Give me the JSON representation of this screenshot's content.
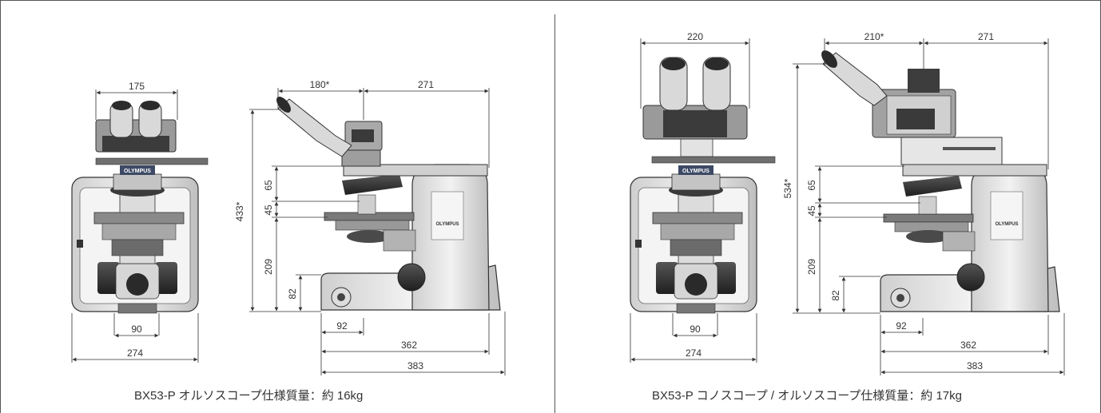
{
  "left_panel": {
    "front": {
      "top_width": "175",
      "base_inner": "90",
      "base_width": "274"
    },
    "side": {
      "head_depth": "180*",
      "body_depth": "271",
      "total_height": "433*",
      "h_65": "65",
      "h_45": "45",
      "h_209": "209",
      "h_82": "82",
      "d_92": "92",
      "d_362": "362",
      "d_383": "383"
    },
    "caption": "BX53-P オルソスコープ仕様質量：約 16kg"
  },
  "right_panel": {
    "front": {
      "top_width": "220",
      "base_inner": "90",
      "base_width": "274"
    },
    "side": {
      "head_depth": "210*",
      "body_depth": "271",
      "total_height": "534*",
      "h_65": "65",
      "h_45": "45",
      "h_209": "209",
      "h_82": "82",
      "d_92": "92",
      "d_362": "362",
      "d_383": "383"
    },
    "caption": "BX53-P コノスコープ / オルソスコープ仕様質量：約 17kg"
  },
  "brand_label": "OLYMPUS",
  "colors": {
    "line": "#333333",
    "body_light": "#e9e9e9",
    "body_mid": "#bdbdbd",
    "body_dark": "#3a3a3a",
    "stage": "#7a7a7a"
  }
}
